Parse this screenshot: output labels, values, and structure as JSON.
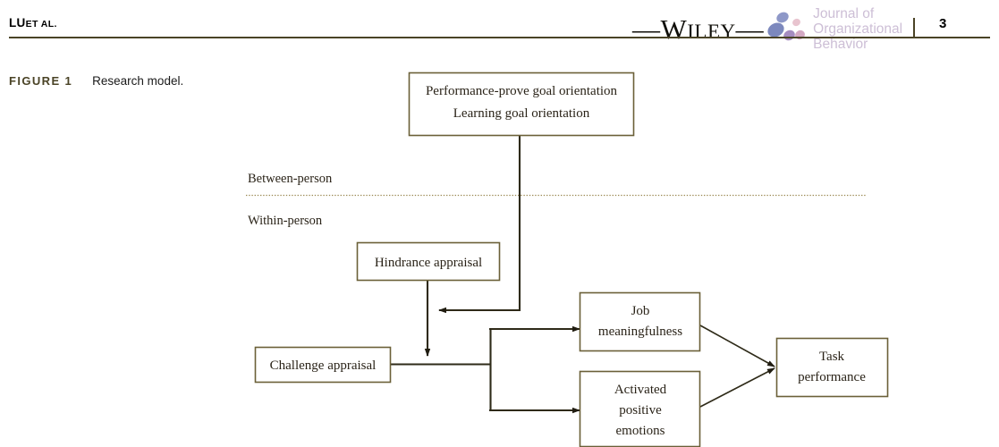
{
  "header": {
    "author_main": "LU",
    "author_suffix": "ET AL.",
    "page_number": "3",
    "brand": {
      "wordmark_w": "W",
      "wordmark_iley": "ILEY",
      "dash_left": "—",
      "dash_right": "—",
      "journal_line1": "Journal of",
      "journal_line2": "Organizational",
      "journal_line3": "Behavior",
      "dot_colors": [
        "#8e98c8",
        "#7c88bd",
        "#a58cc0",
        "#e8c4cf",
        "#d3a8c2"
      ],
      "journal_color": "#cdbfd6"
    },
    "rule_color": "#4a4326"
  },
  "caption": {
    "label": "FIGURE 1",
    "title": "Research model.",
    "label_color": "#4a4326"
  },
  "diagram": {
    "stroke_color": "#4a4326",
    "box_fill": "#ffffff",
    "divider_color": "#9c8a55",
    "bands": {
      "between": "Between-person",
      "within": "Within-person"
    },
    "nodes": {
      "goal_orientation": {
        "line1": "Performance-prove goal orientation",
        "line2": "Learning goal orientation"
      },
      "hindrance": {
        "line1": "Hindrance appraisal"
      },
      "challenge": {
        "line1": "Challenge appraisal"
      },
      "job_meaningfulness": {
        "line1": "Job",
        "line2": "meaningfulness"
      },
      "activated_positive_emotions": {
        "line1": "Activated",
        "line2": "positive",
        "line3": "emotions"
      },
      "task_performance": {
        "line1": "Task",
        "line2": "performance"
      }
    }
  }
}
